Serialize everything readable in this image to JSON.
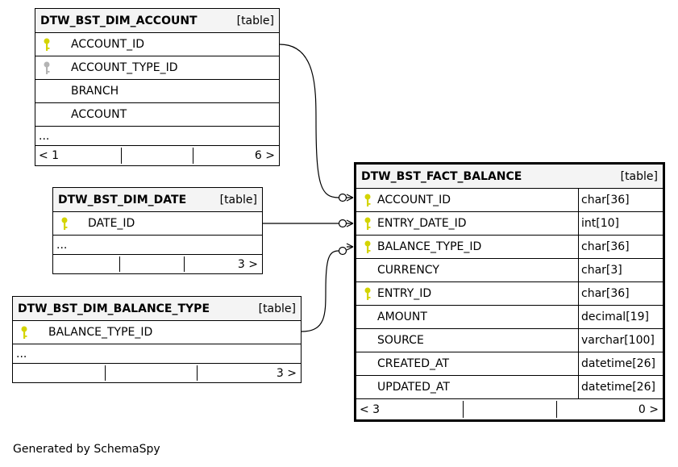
{
  "diagram": {
    "footer": "Generated by SchemaSpy",
    "kind_label": "[table]",
    "ellipsis": "...",
    "tables": {
      "account": {
        "name": "DTW_BST_DIM_ACCOUNT",
        "columns": [
          {
            "name": "ACCOUNT_ID",
            "key": "primary"
          },
          {
            "name": "ACCOUNT_TYPE_ID",
            "key": "foreign"
          },
          {
            "name": "BRANCH",
            "key": "none"
          },
          {
            "name": "ACCOUNT",
            "key": "none"
          }
        ],
        "footer_left": "< 1",
        "footer_right": "6 >"
      },
      "date": {
        "name": "DTW_BST_DIM_DATE",
        "columns": [
          {
            "name": "DATE_ID",
            "key": "primary"
          }
        ],
        "footer_left": "",
        "footer_right": "3 >"
      },
      "balance_type": {
        "name": "DTW_BST_DIM_BALANCE_TYPE",
        "columns": [
          {
            "name": "BALANCE_TYPE_ID",
            "key": "primary"
          }
        ],
        "footer_left": "",
        "footer_right": "3 >"
      },
      "fact": {
        "name": "DTW_BST_FACT_BALANCE",
        "columns": [
          {
            "name": "ACCOUNT_ID",
            "type": "char[36]",
            "key": "primary"
          },
          {
            "name": "ENTRY_DATE_ID",
            "type": "int[10]",
            "key": "primary"
          },
          {
            "name": "BALANCE_TYPE_ID",
            "type": "char[36]",
            "key": "primary"
          },
          {
            "name": "CURRENCY",
            "type": "char[3]",
            "key": "none"
          },
          {
            "name": "ENTRY_ID",
            "type": "char[36]",
            "key": "primary"
          },
          {
            "name": "AMOUNT",
            "type": "decimal[19]",
            "key": "none"
          },
          {
            "name": "SOURCE",
            "type": "varchar[100]",
            "key": "none"
          },
          {
            "name": "CREATED_AT",
            "type": "datetime[26]",
            "key": "none"
          },
          {
            "name": "UPDATED_AT",
            "type": "datetime[26]",
            "key": "none"
          }
        ],
        "footer_left": "< 3",
        "footer_right": "0 >"
      }
    },
    "colors": {
      "primary_key": "#d4d400",
      "foreign_key": "#b4b4b4",
      "header_bg": "#f4f4f4"
    }
  }
}
